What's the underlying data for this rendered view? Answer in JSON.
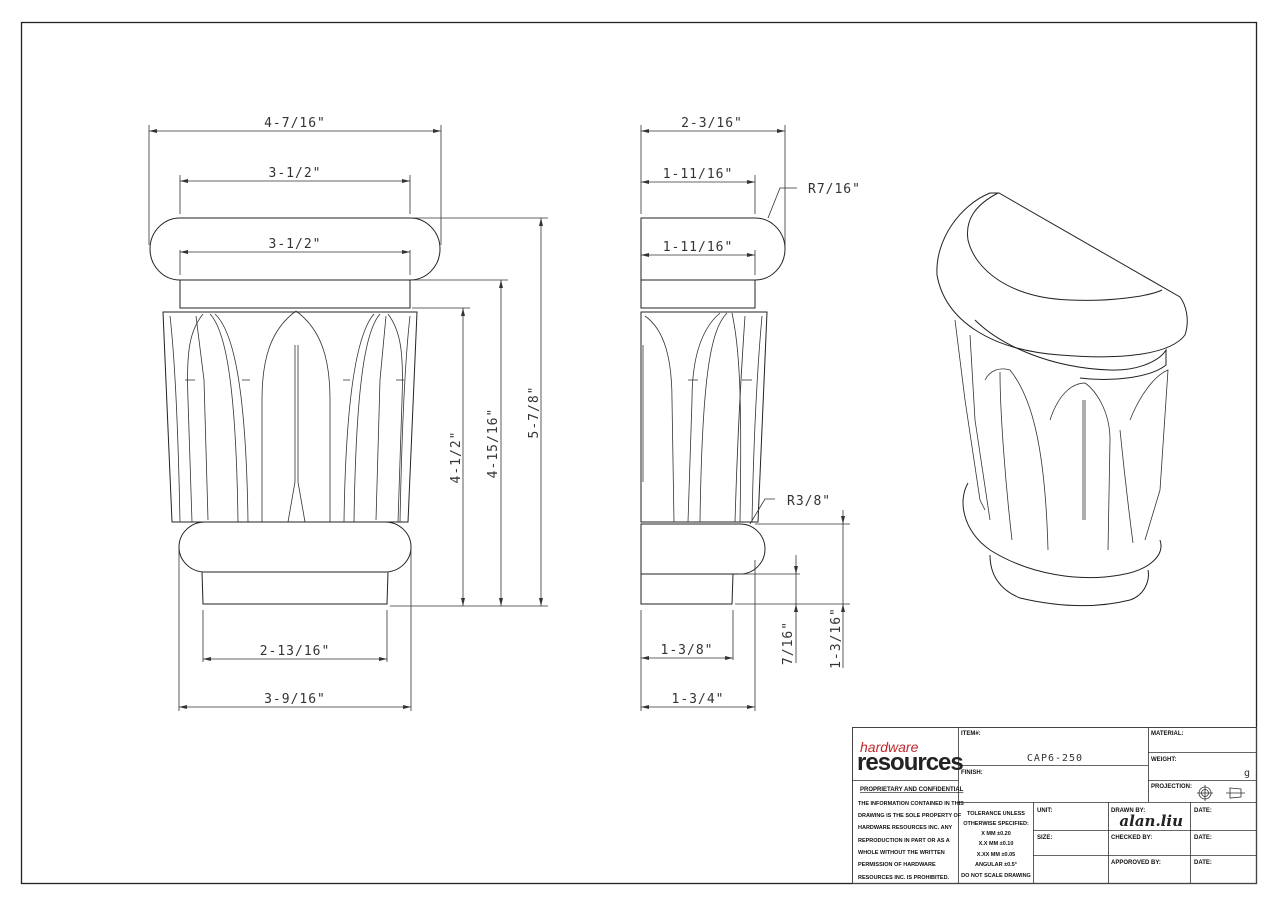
{
  "drawing": {
    "type": "technical-drawing",
    "subject": "Column capital with leaf carvings",
    "views": [
      "front",
      "side",
      "isometric"
    ]
  },
  "front_view": {
    "dimensions": {
      "overall_width": "4-7/16\"",
      "top_inner_width_upper": "3-1/2\"",
      "top_inner_width_lower": "3-1/2\"",
      "base_inner_width": "2-13/16\"",
      "base_width": "3-9/16\"",
      "leaf_height": "4-1/2\"",
      "body_height": "4-15/16\"",
      "overall_height": "5-7/8\""
    }
  },
  "side_view": {
    "dimensions": {
      "overall_depth": "2-3/16\"",
      "top_depth_upper": "1-11/16\"",
      "top_depth_lower": "1-11/16\"",
      "top_radius": "R7/16\"",
      "base_radius": "R3/8\"",
      "base_inner_depth": "1-3/8\"",
      "base_depth": "1-3/4\"",
      "plinth_height": "7/16\"",
      "base_height": "1-3/16\""
    }
  },
  "title_block": {
    "logo": {
      "line1": "hardware",
      "line2": "resources",
      "line1_color": "#c0272d",
      "line2_color": "#222222"
    },
    "proprietary_heading": "PROPRIETARY AND CONFIDENTIAL",
    "proprietary_lines": [
      "THE INFORMATION CONTAINED IN THIS",
      "DRAWING IS THE SOLE PROPERTY OF",
      "HARDWARE RESOURCES INC.  ANY",
      "REPRODUCTION IN PART OR AS A",
      "WHOLE  WITHOUT THE WRITTEN",
      "PERMISSION OF HARDWARE",
      "RESOURCES INC. IS PROHIBITED."
    ],
    "item_label": "ITEM#:",
    "item_value": "CAP6-250",
    "finish_label": "FINISH:",
    "material_label": "MATERIAL:",
    "weight_label": "WEIGHT:",
    "weight_unit": "g",
    "projection_label": "PROJECTION:",
    "projection_icons": [
      "crosshair-circle-icon",
      "truncated-cone-icon"
    ],
    "tolerance_lines": [
      "TOLERANCE UNLESS",
      "OTHERWISE SPECIFIED:",
      "X   MM   ±0.20",
      "X.X  MM   ±0.10",
      "X.XX  MM  ±0.05",
      "ANGULAR   ±0.5°",
      "DO NOT SCALE DRAWING"
    ],
    "unit_label": "UNIT:",
    "size_label": "SIZE:",
    "drawn_by_label": "DRAWN BY:",
    "drawn_by_value": "alan.liu",
    "checked_by_label": "CHECKED BY:",
    "approved_by_label": "APPOROVED BY:",
    "date_labels": [
      "DATE:",
      "DATE:",
      "DATE:"
    ]
  }
}
